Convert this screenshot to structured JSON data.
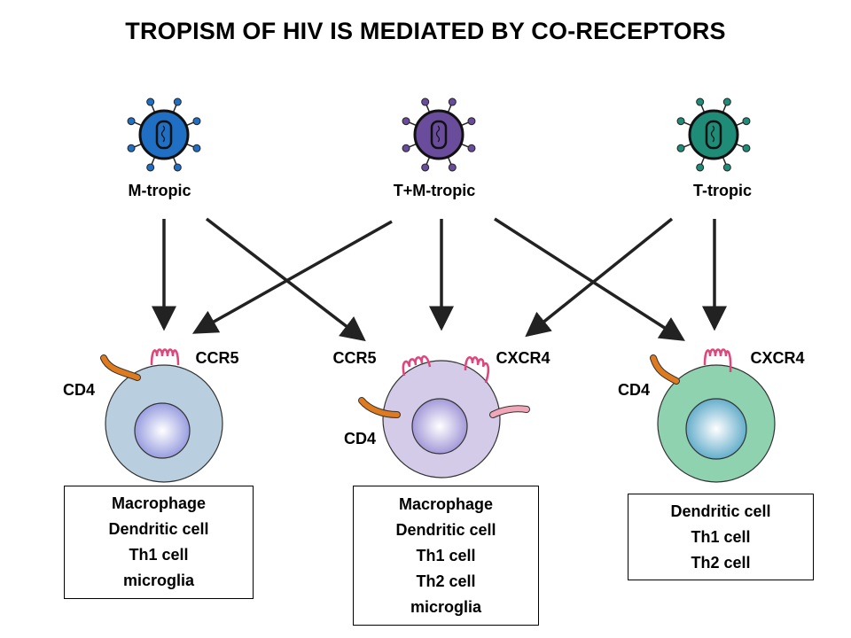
{
  "title": "TROPISM OF HIV IS MEDIATED BY CO-RECEPTORS",
  "viruses": [
    {
      "label": "M-tropic",
      "color": "#1f6fc4"
    },
    {
      "label": "T+M-tropic",
      "color": "#6a4c9c"
    },
    {
      "label": "T-tropic",
      "color": "#1f8c78"
    }
  ],
  "cells": [
    {
      "receptor_labels": [
        "CCR5"
      ],
      "cd4_label": "CD4",
      "color": "#b9cfe0",
      "nucleus_color": "#8e94dc",
      "types": [
        "Macrophage",
        "Dendritic cell",
        "Th1 cell",
        "microglia"
      ]
    },
    {
      "receptor_labels": [
        "CCR5",
        "CXCR4"
      ],
      "cd4_label": "CD4",
      "color": "#d4cbe9",
      "nucleus_color": "#9a8fd4",
      "types": [
        "Macrophage",
        "Dendritic cell",
        "Th1 cell",
        "Th2 cell",
        "microglia"
      ]
    },
    {
      "receptor_labels": [
        "CXCR4"
      ],
      "cd4_label": "CD4",
      "color": "#8fd2b0",
      "nucleus_color": "#56a6c6",
      "types": [
        "Dendritic cell",
        "Th1 cell",
        "Th2 cell"
      ]
    }
  ],
  "colors": {
    "cd4": "#e07a1e",
    "coreceptor": "#e0457b",
    "arrow": "#222222"
  }
}
